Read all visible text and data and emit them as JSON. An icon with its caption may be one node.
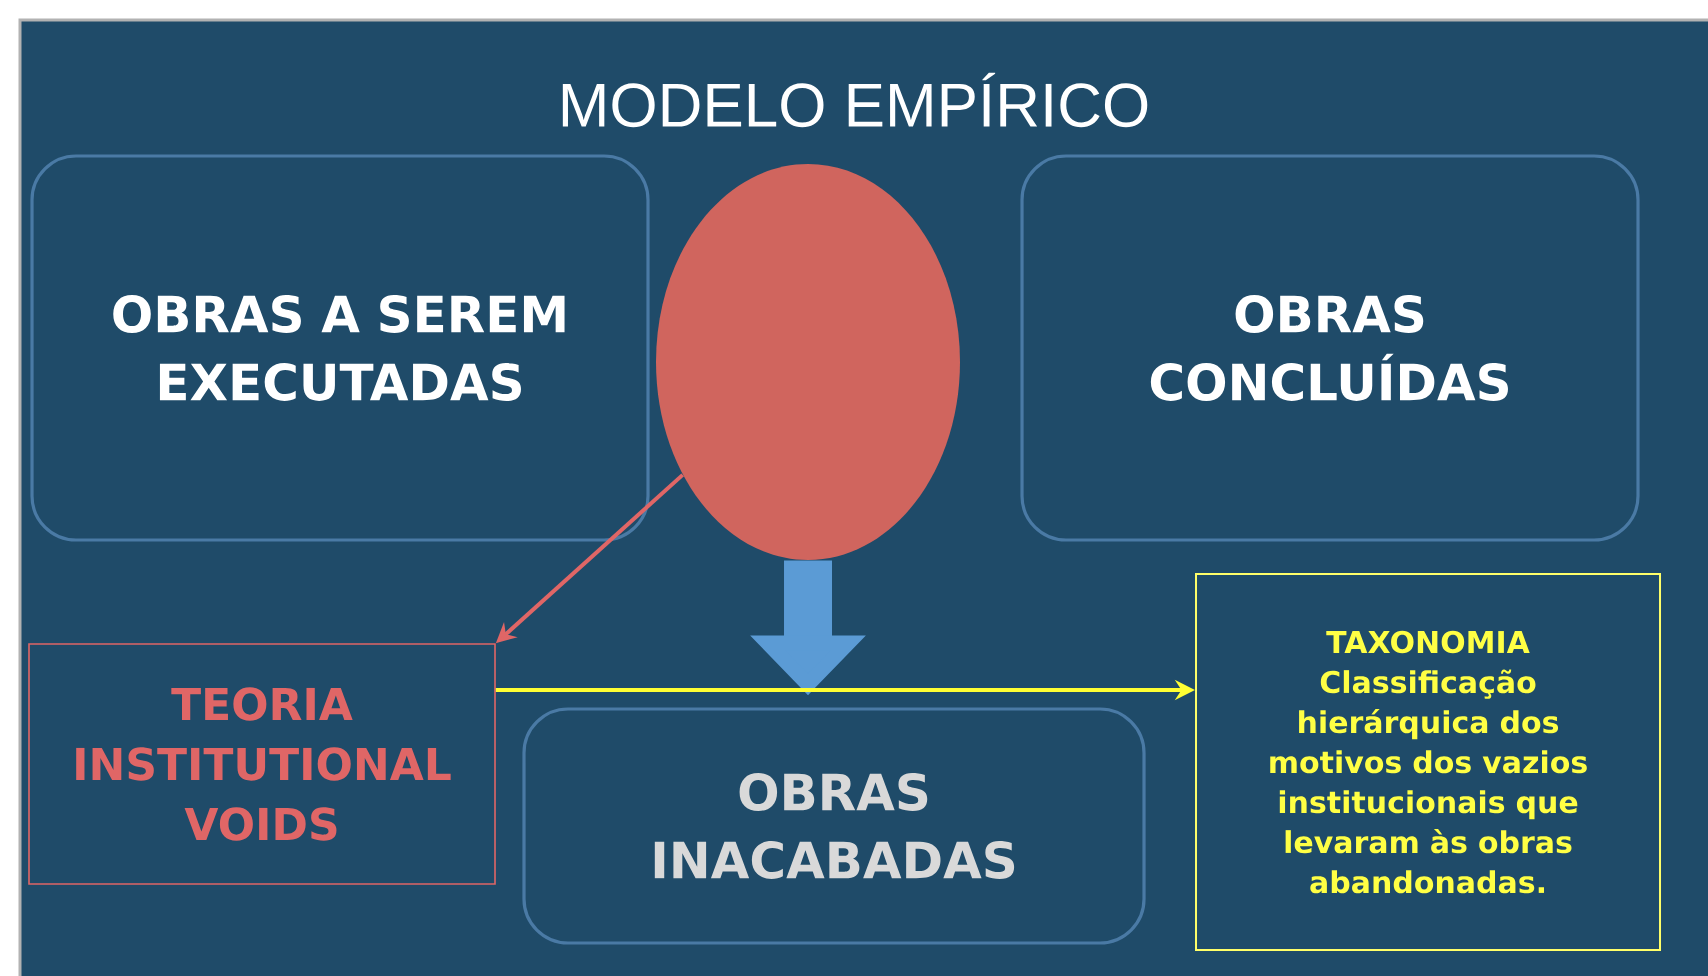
{
  "diagram": {
    "title": "MODELO EMPÍRICO",
    "nodes": [
      {
        "text": [
          "OBRAS A SEREM EXECUTADAS"
        ]
      },
      {
        "text": [],
        "shape": "circle"
      },
      {
        "text": [
          "OBRAS CONCLUÍDAS"
        ]
      },
      {
        "text": [
          "TEORIA INSTITUTIONAL VOIDS"
        ]
      },
      {
        "text": [
          "OBRAS INACABADAS"
        ]
      },
      {
        "text": [
          "TAXONOMIA",
          "Classificação hierárquica dos motivos dos vazios institucionais que levaram às obras abandonadas."
        ]
      }
    ],
    "edges": [
      {
        "from": 1,
        "to": 3,
        "arrow": "to",
        "color": "#e06666"
      },
      {
        "from": 1,
        "to": 4,
        "arrow": "to",
        "style": "thick",
        "color": "#5b9bd5"
      },
      {
        "from": 3,
        "to": 5,
        "arrow": "to",
        "color": "#ffff33"
      }
    ]
  }
}
